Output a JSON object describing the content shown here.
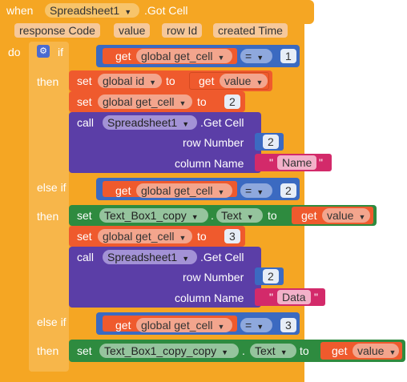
{
  "event": {
    "when": "when",
    "component": "Spreadsheet1",
    "event_name": ".Got Cell",
    "do": "do"
  },
  "params": [
    "response Code",
    "value",
    "row Id",
    "created Time"
  ],
  "kw": {
    "if": "if",
    "then": "then",
    "else_if": "else if",
    "set": "set",
    "to": "to",
    "get": "get",
    "call": "call"
  },
  "if1": {
    "var": "global get_cell",
    "op": "=",
    "num": "1"
  },
  "then1": {
    "set1_var": "global id",
    "set1_get": "value",
    "set2_var": "global get_cell",
    "set2_num": "2",
    "call_comp": "Spreadsheet1",
    "call_method": ".Get Cell",
    "row_label": "row Number",
    "row_val": "2",
    "col_label": "column Name",
    "col_val": "Name"
  },
  "elif1": {
    "var": "global get_cell",
    "op": "=",
    "num": "2"
  },
  "then2": {
    "set_comp": "Text_Box1_copy",
    "set_prop": "Text",
    "set_get": "value",
    "set2_var": "global get_cell",
    "set2_num": "3",
    "call_comp": "Spreadsheet1",
    "call_method": ".Get Cell",
    "row_label": "row Number",
    "row_val": "2",
    "col_label": "column Name",
    "col_val": "Data"
  },
  "elif2": {
    "var": "global get_cell",
    "op": "=",
    "num": "3"
  },
  "then3": {
    "set_comp": "Text_Box1_copy_copy",
    "set_prop": "Text",
    "set_get": "value"
  },
  "quote": "\"",
  "dot": ".",
  "colors": {
    "event": "#f5a623",
    "control": "#f5a623",
    "variable": "#ef5a2d",
    "component_set": "#2e8b3f",
    "component_call": "#5b3ea7",
    "math": "#3b6ac1",
    "text": "#d32a6a"
  }
}
